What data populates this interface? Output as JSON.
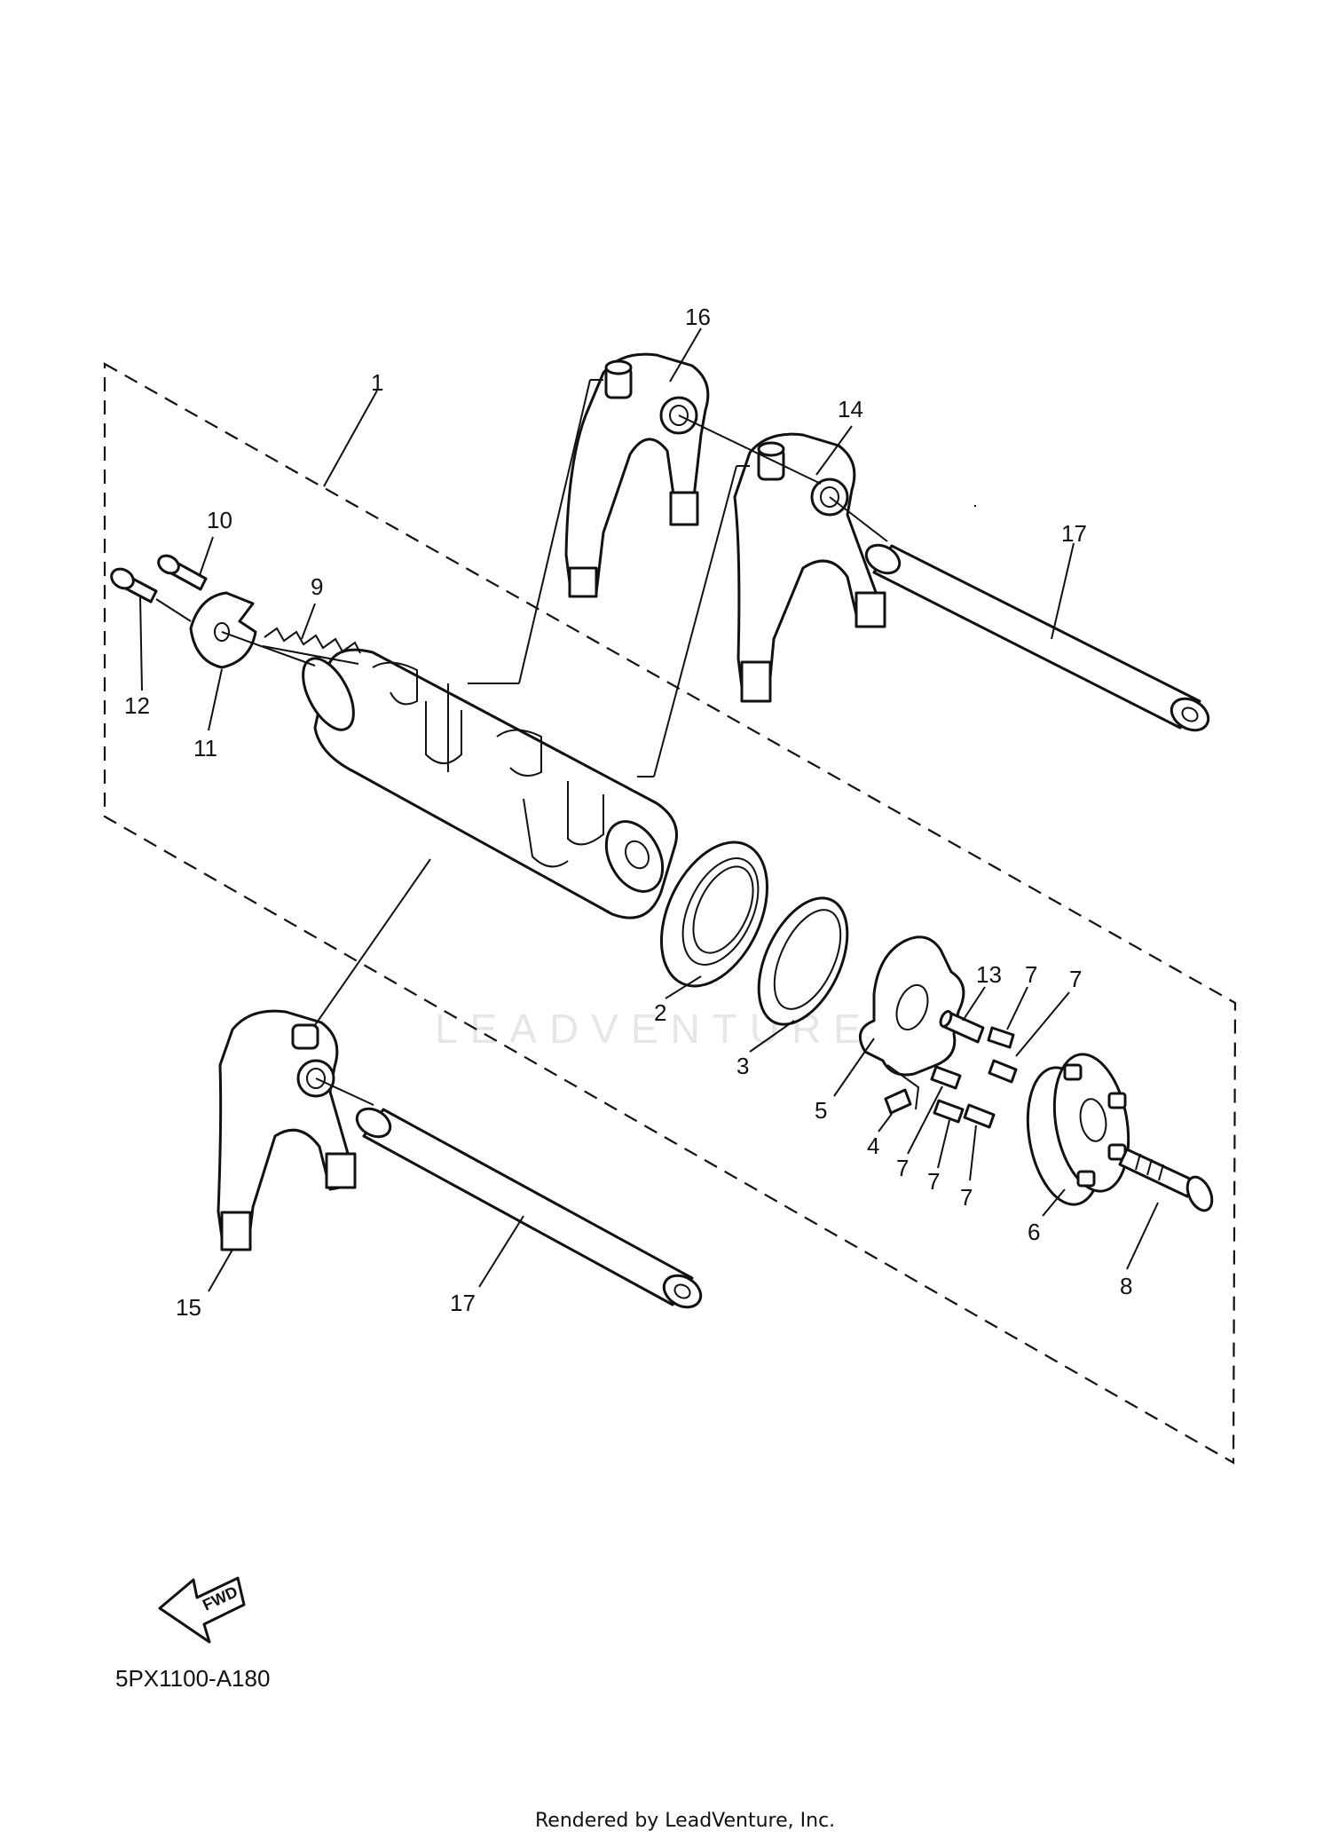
{
  "callouts": {
    "c1": "1",
    "c2": "2",
    "c3": "3",
    "c4": "4",
    "c5": "5",
    "c6": "6",
    "c7a": "7",
    "c7b": "7",
    "c7c": "7",
    "c7d": "7",
    "c7e": "7",
    "c8": "8",
    "c9": "9",
    "c10": "10",
    "c11": "11",
    "c12": "12",
    "c13": "13",
    "c14": "14",
    "c15": "15",
    "c16": "16",
    "c17a": "17",
    "c17b": "17"
  },
  "fwd_label": "FWD",
  "diagram_code": "5PX1100-A180",
  "watermark": "LEADVENTURE",
  "footer": "Rendered by LeadVenture, Inc.",
  "icons": {
    "direction": "fwd-arrow-icon"
  }
}
